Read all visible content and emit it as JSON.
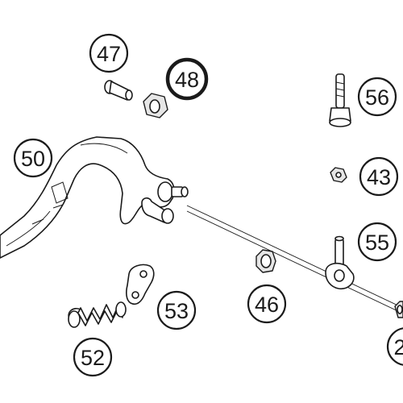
{
  "highlight_color": "#e8731a",
  "line_color": "#1a1a1a",
  "callouts": [
    {
      "id": "47",
      "label": "47",
      "highlighted": false
    },
    {
      "id": "48",
      "label": "48",
      "highlighted": true
    },
    {
      "id": "50",
      "label": "50",
      "highlighted": false
    },
    {
      "id": "56",
      "label": "56",
      "highlighted": false
    },
    {
      "id": "43",
      "label": "43",
      "highlighted": false
    },
    {
      "id": "55",
      "label": "55",
      "highlighted": false
    },
    {
      "id": "46",
      "label": "46",
      "highlighted": false
    },
    {
      "id": "53",
      "label": "53",
      "highlighted": false
    },
    {
      "id": "52",
      "label": "52",
      "highlighted": false
    },
    {
      "id": "2x",
      "label": "2",
      "highlighted": false
    }
  ]
}
